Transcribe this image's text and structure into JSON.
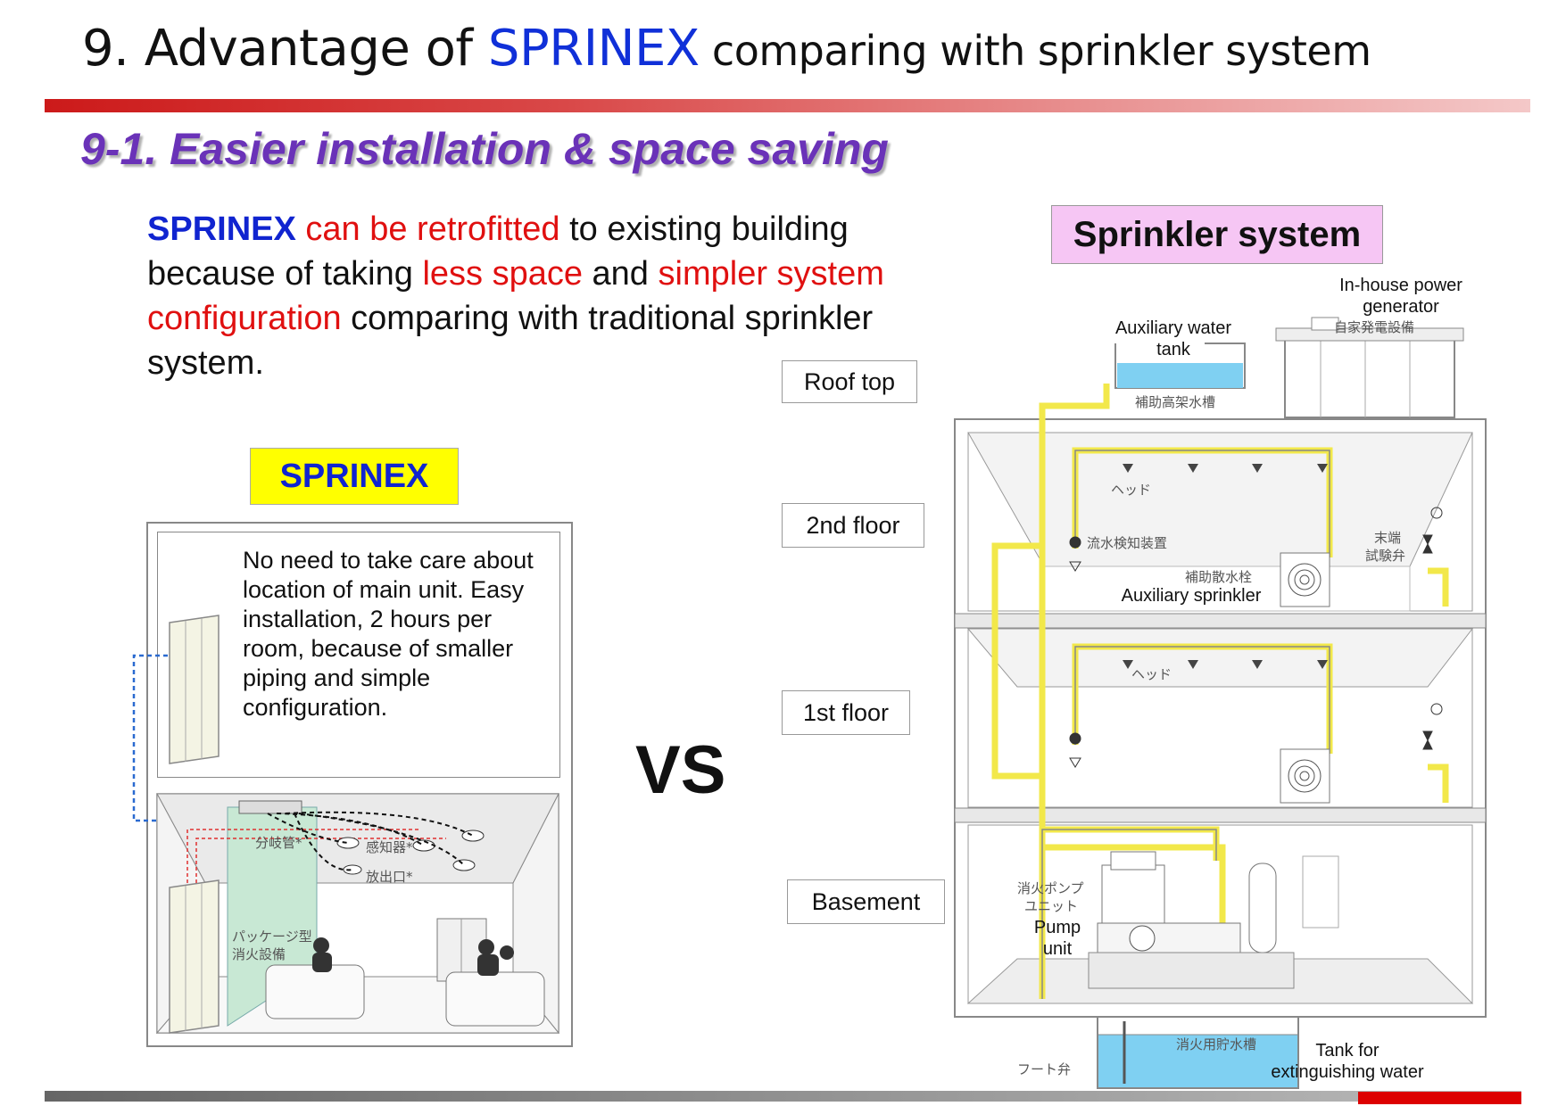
{
  "header": {
    "title_prefix": "9. Advantage of ",
    "title_brand": "SPRINEX",
    "title_suffix": " comparing with sprinkler system",
    "subtitle": "9-1. Easier installation & space saving"
  },
  "intro": {
    "p1": "SPRINEX",
    "p2": " can be retrofitted",
    "p3": " to existing building because of taking ",
    "p4": "less space",
    "p5": " and ",
    "p6": "simpler system configuration",
    "p7": " comparing with traditional sprinkler system."
  },
  "sprinex": {
    "badge": "SPRINEX",
    "note": "No need to take care about location of main unit. Easy installation, 2 hours per room, because  of smaller piping and simple configuration.",
    "jp_branch": "分岐管*",
    "jp_sensor": "感知器*",
    "jp_outlet": "放出口*",
    "jp_package_1": "パッケージ型",
    "jp_package_2": "消火設備"
  },
  "vs": "VS",
  "sprinkler": {
    "badge": "Sprinkler system",
    "floors": {
      "roof": "Roof top",
      "second": "2nd floor",
      "first": "1st floor",
      "basement": "Basement"
    },
    "labels": {
      "generator_1": "In-house power",
      "generator_2": "generator",
      "aux_tank_1": "Auxiliary water",
      "aux_tank_2": "tank",
      "aux_sprinkler": "Auxiliary sprinkler",
      "pump_1": "Pump",
      "pump_2": "unit",
      "tank_1": "Tank for",
      "tank_2": "extinguishing water"
    },
    "jp": {
      "generator": "自家発電設備",
      "aux_tank": "補助高架水槽",
      "head_1": "ヘッド",
      "head_2": "ヘッド",
      "flow_detector": "流水検知装置",
      "end_valve_1": "末端",
      "end_valve_2": "試験弁",
      "aux_hydrant": "補助散水栓",
      "pump_1": "消火ポンプ",
      "pump_2": "ユニット",
      "storage_tank": "消火用貯水槽",
      "foot_valve": "フート弁"
    }
  },
  "colors": {
    "brand_blue": "#1024d0",
    "highlight_red": "#e01010",
    "subtitle_purple": "#6a32b8",
    "pipe_yellow": "#f2e84a",
    "sprinex_badge": "#ffff00",
    "sprinkler_badge": "#f6c6f4",
    "water_blue": "#7fd0f2"
  }
}
